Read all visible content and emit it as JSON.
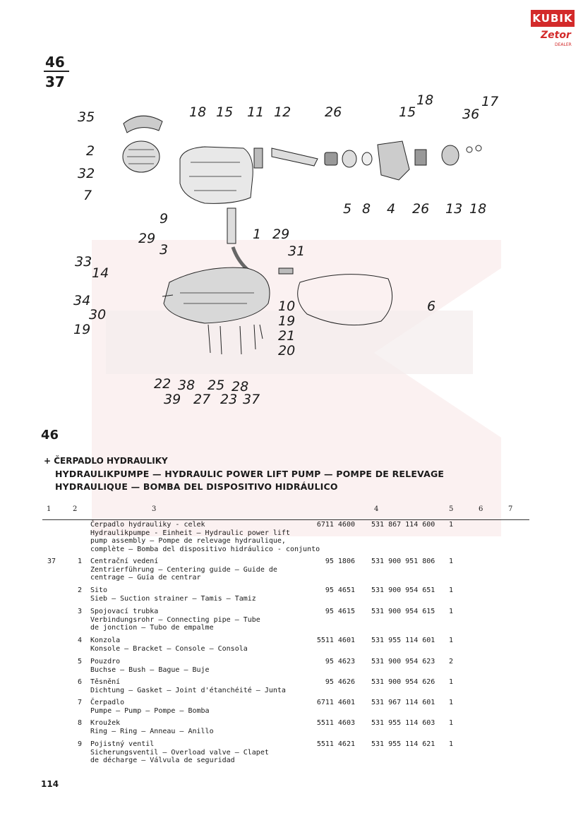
{
  "logo": {
    "brand": "KUBIK",
    "sub": "Zetor",
    "dealer": "DEALER"
  },
  "page_ref": {
    "top": "46",
    "bottom": "37"
  },
  "callouts": [
    "35",
    "18",
    "15",
    "11",
    "12",
    "26",
    "15",
    "18",
    "17",
    "36",
    "2",
    "32",
    "7",
    "5",
    "8",
    "4",
    "26",
    "13",
    "18",
    "9",
    "1",
    "29",
    "31",
    "29",
    "3",
    "33",
    "14",
    "34",
    "30",
    "10",
    "6",
    "19",
    "19",
    "21",
    "20",
    "22",
    "38",
    "25",
    "28",
    "39",
    "27",
    "23",
    "37"
  ],
  "section_number": "46",
  "title_cz": "+ ČERPADLO HYDRAULIKY",
  "title_ml": [
    "HYDRAULIKPUMPE — HYDRAULIC POWER LIFT PUMP — POMPE DE RELEVAGE",
    "HYDRAULIQUE — BOMBA DEL DISPOSITIVO HIDRÁULICO"
  ],
  "table_headers": [
    "1",
    "2",
    "3",
    "4",
    "5",
    "6",
    "7"
  ],
  "rows": [
    {
      "ref": "",
      "pos": "",
      "desc": [
        "Čerpadlo hydrauliky - celek",
        "Hydraulikpumpe - Einheit — Hydraulic power lift",
        "pump assembly — Pompe de relevage hydraulique,",
        "complète — Bomba del dispositivo hidráulico - conjunto"
      ],
      "part": "6711 4600",
      "code": "531 867 114 600",
      "qty": "1"
    },
    {
      "ref": "37",
      "pos": "1",
      "desc": [
        "Centrační vedení",
        "Zentrierführung — Centering guide — Guide de",
        "centrage — Guía de centrar"
      ],
      "part": "95 1806",
      "code": "531 900 951 806",
      "qty": "1"
    },
    {
      "ref": "",
      "pos": "2",
      "desc": [
        "Sito",
        "Sieb — Suction strainer — Tamis — Tamiz"
      ],
      "part": "95 4651",
      "code": "531 900 954 651",
      "qty": "1"
    },
    {
      "ref": "",
      "pos": "3",
      "desc": [
        "Spojovací trubka",
        "Verbindungsrohr — Connecting pipe — Tube",
        "de jonction — Tubo de empalme"
      ],
      "part": "95 4615",
      "code": "531 900 954 615",
      "qty": "1"
    },
    {
      "ref": "",
      "pos": "4",
      "desc": [
        "Konzola",
        "Konsole — Bracket — Console — Consola"
      ],
      "part": "5511 4601",
      "code": "531 955 114 601",
      "qty": "1"
    },
    {
      "ref": "",
      "pos": "5",
      "desc": [
        "Pouzdro",
        "Buchse — Bush — Bague — Buje"
      ],
      "part": "95 4623",
      "code": "531 900 954 623",
      "qty": "2"
    },
    {
      "ref": "",
      "pos": "6",
      "desc": [
        "Těsnění",
        "Dichtung — Gasket — Joint d'étanchéité — Junta"
      ],
      "part": "95 4626",
      "code": "531 900 954 626",
      "qty": "1"
    },
    {
      "ref": "",
      "pos": "7",
      "desc": [
        "Čerpadlo",
        "Pumpe — Pump — Pompe — Bomba"
      ],
      "part": "6711 4601",
      "code": "531 967 114 601",
      "qty": "1"
    },
    {
      "ref": "",
      "pos": "8",
      "desc": [
        "Kroužek",
        "Ring — Ring — Anneau — Anillo"
      ],
      "part": "5511 4603",
      "code": "531 955 114 603",
      "qty": "1"
    },
    {
      "ref": "",
      "pos": "9",
      "desc": [
        "Pojistný ventil",
        "Sicherungsventil — Overload valve — Clapet",
        "de décharge — Válvula de seguridad"
      ],
      "part": "5511 4621",
      "code": "531 955 114 621",
      "qty": "1"
    }
  ],
  "footer_page": "114",
  "colors": {
    "brand_red": "#d32a2a",
    "watermark": "#f6dede"
  }
}
